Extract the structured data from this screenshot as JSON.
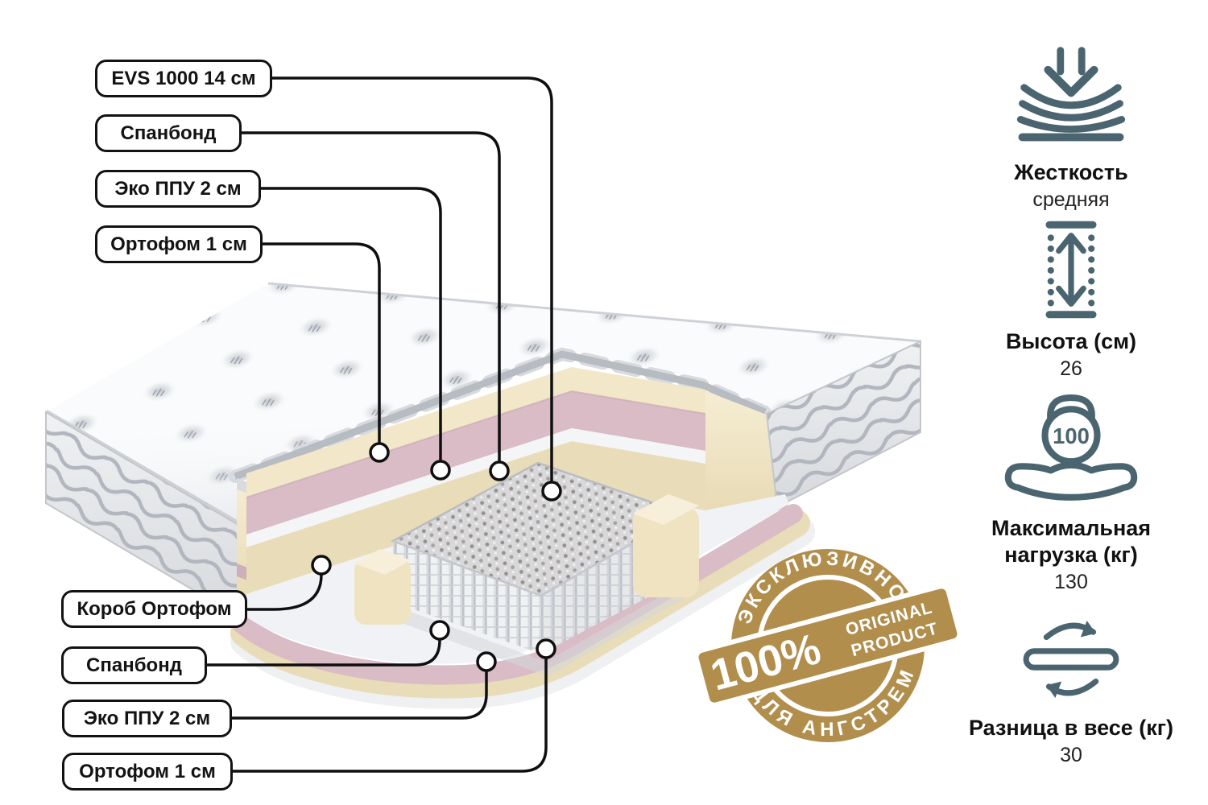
{
  "diagram": {
    "labels_top": [
      {
        "text": "EVS 1000 14 см"
      },
      {
        "text": "Спанбонд"
      },
      {
        "text": "Эко ППУ 2 см"
      },
      {
        "text": "Ортофом 1 см"
      }
    ],
    "labels_bottom": [
      {
        "text": "Короб Ортофом"
      },
      {
        "text": "Спанбонд"
      },
      {
        "text": "Эко ППУ 2 см"
      },
      {
        "text": "Ортофом 1 см"
      }
    ]
  },
  "specs": [
    {
      "icon": "firmness-icon",
      "title": "Жесткость",
      "value": "средняя"
    },
    {
      "icon": "height-icon",
      "title": "Высота (см)",
      "value": "26"
    },
    {
      "icon": "max-load-icon",
      "title": "Максимальная нагрузка (кг)",
      "value": "130",
      "icon_label": "100"
    },
    {
      "icon": "weight-difference-icon",
      "title": "Разница в весе (кг)",
      "value": "30"
    }
  ],
  "badge": {
    "arc_top": "ЭКСКЛЮЗИВНО",
    "arc_bottom": "ДЛЯ АНГСТРЕМ",
    "percent": "100%",
    "product_line1": "ORIGINAL",
    "product_line2": "PRODUCT",
    "color": "#b28e4d"
  },
  "colors": {
    "accent_gold": "#b28e4d",
    "icon_stroke": "#4b6570",
    "label_border": "#121212",
    "foam_cream": "#f2e7c9",
    "layer_pink": "#d9bcc5",
    "quilt_white": "#fafbfc"
  }
}
